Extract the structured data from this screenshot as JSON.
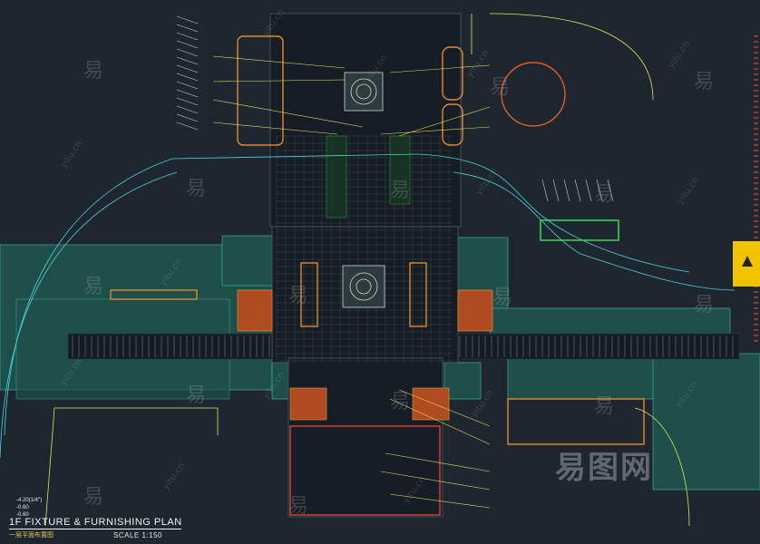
{
  "drawing": {
    "title": "1F FIXTURE & FURNISHING PLAN",
    "subtitle": "一层平面布置图",
    "scale": "SCALE   1:150"
  },
  "elevations": [
    "-4.20(1/4\")",
    "-0.60",
    "-0.60"
  ],
  "watermark": {
    "glyph": "易",
    "site": "yitu.cn",
    "brand": "易图网"
  },
  "colors": {
    "background": "#1e2630",
    "hatch_fill": "#1f4f4a",
    "yellow": "#e8e060",
    "cyan": "#4fd1d9",
    "orange": "#e08a30",
    "red": "#e04040",
    "green": "#3fd050",
    "white": "#e8e8e8"
  }
}
